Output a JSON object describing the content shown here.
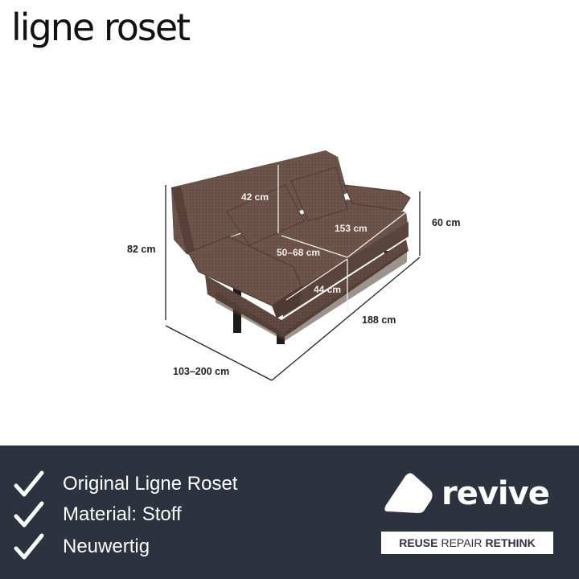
{
  "brand": {
    "name": "ligne roset"
  },
  "dimensions": {
    "backrest_height": "42 cm",
    "seat_width": "153 cm",
    "seat_depth": "50–68 cm",
    "seat_height": "44 cm",
    "total_height": "82 cm",
    "arm_height": "60 cm",
    "total_width": "188 cm",
    "total_depth": "103–200 cm"
  },
  "features": [
    {
      "label": "Original Ligne Roset"
    },
    {
      "label": "Material: Stoff"
    },
    {
      "label": "Neuwertig"
    }
  ],
  "revive": {
    "wordmark": "revive",
    "tagline_1": "REUSE",
    "tagline_2": "REPAIR",
    "tagline_3": "RETHINK"
  },
  "colors": {
    "footer_bg": "#2d323f",
    "sofa_fabric": "#6b5349",
    "text_dark": "#111111"
  }
}
